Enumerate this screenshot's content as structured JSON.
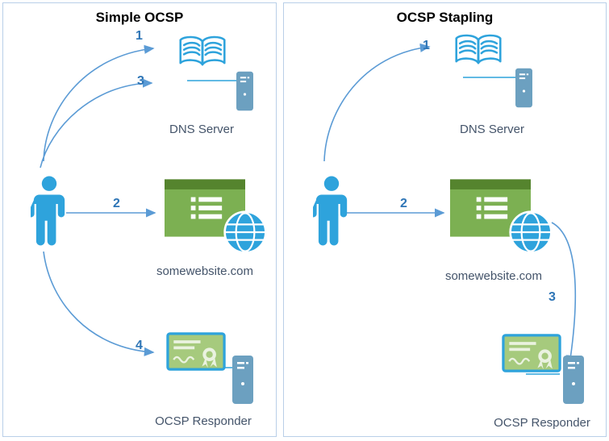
{
  "left": {
    "title": "Simple OCSP",
    "labels": {
      "dns": "DNS Server",
      "website": "somewebsite.com",
      "ocsp": "OCSP Responder"
    },
    "steps": {
      "s1": "1",
      "s2": "2",
      "s3": "3",
      "s4": "4"
    }
  },
  "right": {
    "title": "OCSP Stapling",
    "labels": {
      "dns": "DNS Server",
      "website": "somewebsite.com",
      "ocsp": "OCSP Responder"
    },
    "steps": {
      "s1": "1",
      "s2": "2",
      "s3": "3"
    }
  },
  "colors": {
    "icon_blue": "#2EA3DC",
    "arrow_blue": "#5B9BD5",
    "step_number_blue": "#2E75B6",
    "website_green": "#7CB052",
    "website_green_dark": "#55842E",
    "certificate_green": "#A6CA7D",
    "server_blue": "#6CA0C0",
    "label_text": "#44546A"
  }
}
